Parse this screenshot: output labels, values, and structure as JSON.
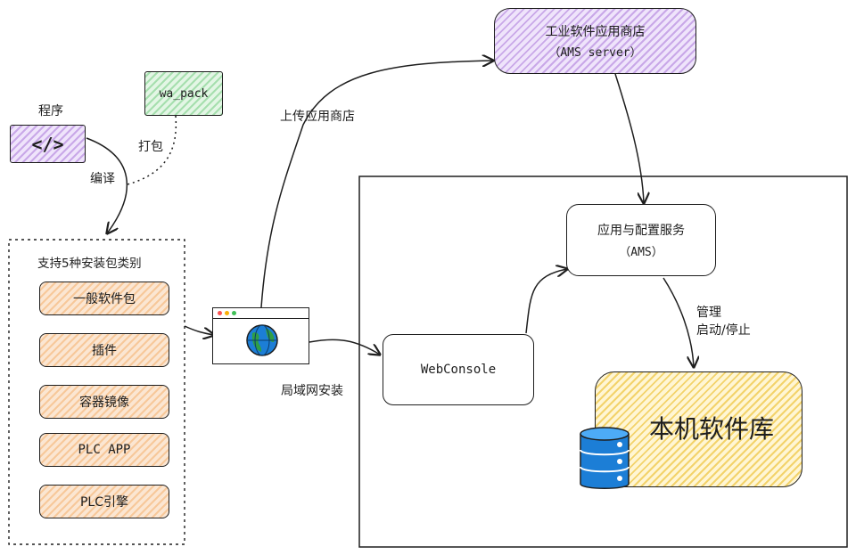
{
  "nodes": {
    "program_label": "程序",
    "code_icon": "</>",
    "wa_pack": "wa_pack",
    "pack_label": "打包",
    "compile_label": "编译",
    "package_group_title": "支持5种安装包类别",
    "package_types": [
      "一般软件包",
      "插件",
      "容器镜像",
      "PLC APP",
      "PLC引擎"
    ],
    "upload_label": "上传应用商店",
    "store_title": "工业软件应用商店",
    "store_sub": "（AMS server）",
    "ams_title": "应用与配置服务",
    "ams_sub": "（AMS）",
    "webconsole": "WebConsole",
    "lan_install_label": "局域网安装",
    "manage_label": "管理",
    "start_stop_label": "启动/停止",
    "local_lib": "本机软件库"
  },
  "colors": {
    "purple_fill": "#d0bfff",
    "green_fill": "#b2f2bb",
    "orange_fill": "#ffc9a0",
    "yellow_fill": "#ffec99",
    "db_blue": "#1c7ed6",
    "globe_blue": "#1c7ed6",
    "globe_green": "#2f9e44"
  },
  "icons": [
    "code-icon",
    "browser-window-icon",
    "globe-icon",
    "database-icon"
  ]
}
